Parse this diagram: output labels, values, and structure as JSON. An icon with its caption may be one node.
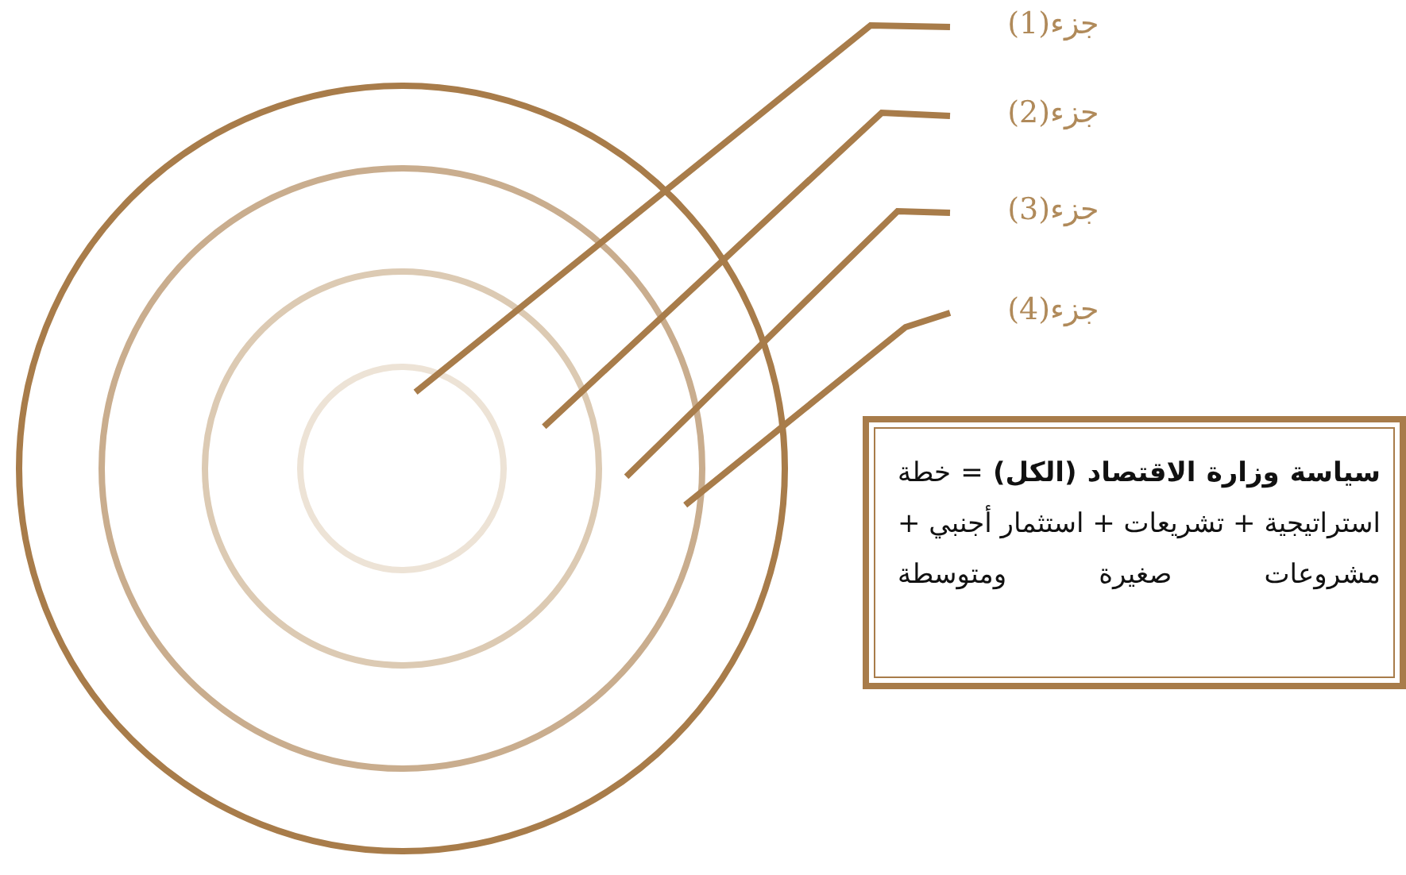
{
  "diagram": {
    "nodes": [
      {
        "text": [
          "جزء(1)"
        ]
      },
      {
        "text": [
          "جزء(2)"
        ]
      },
      {
        "text": [
          "جزء(3)"
        ]
      },
      {
        "text": [
          "جزء(4)"
        ]
      },
      {
        "text": [],
        "shape": "circle"
      },
      {
        "text": [],
        "shape": "circle",
        "in": 4
      },
      {
        "text": [],
        "shape": "circle",
        "in": 5
      },
      {
        "text": [],
        "shape": "circle",
        "in": 6
      },
      {
        "text": [
          "**سياسة وزارة الاقتصاد (الكل)** = خطة استراتيجية + تشريعات + استثمار أجنبي + مشروعات صغيرة ومتوسطة"
        ]
      }
    ],
    "edges": [
      {
        "from": 0,
        "to": 7,
        "arrow": "none"
      },
      {
        "from": 1,
        "to": 6,
        "arrow": "none"
      },
      {
        "from": 2,
        "to": 5,
        "arrow": "none"
      },
      {
        "from": 3,
        "to": 4,
        "arrow": "none"
      }
    ]
  }
}
